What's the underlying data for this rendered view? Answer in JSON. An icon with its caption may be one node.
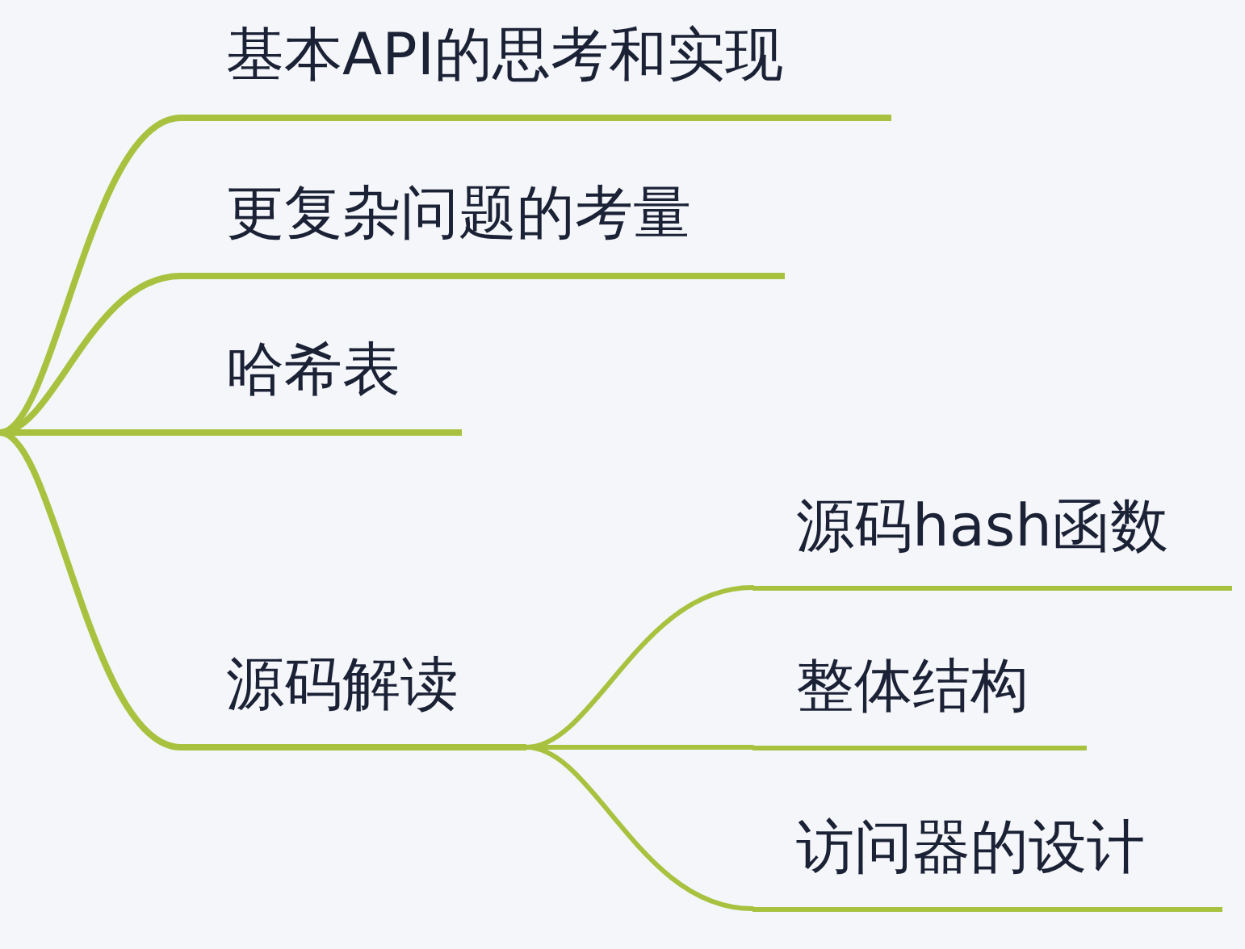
{
  "diagram": {
    "nodes": [
      {
        "text": [
          "基本API的思考和实现"
        ]
      },
      {
        "text": [
          "更复杂问题的考量"
        ]
      },
      {
        "text": [
          "哈希表"
        ]
      },
      {
        "text": [
          "源码解读"
        ]
      },
      {
        "text": [
          "源码hash函数"
        ]
      },
      {
        "text": [
          "整体结构"
        ]
      },
      {
        "text": [
          "访问器的设计"
        ]
      }
    ],
    "edges": [
      {
        "from": null,
        "to": 0,
        "arrow": "none"
      },
      {
        "from": null,
        "to": 1,
        "arrow": "none"
      },
      {
        "from": null,
        "to": 2,
        "arrow": "none"
      },
      {
        "from": null,
        "to": 3,
        "arrow": "none"
      },
      {
        "from": 3,
        "to": 4,
        "arrow": "none"
      },
      {
        "from": 3,
        "to": 5,
        "arrow": "none"
      },
      {
        "from": 3,
        "to": 6,
        "arrow": "none"
      }
    ]
  }
}
